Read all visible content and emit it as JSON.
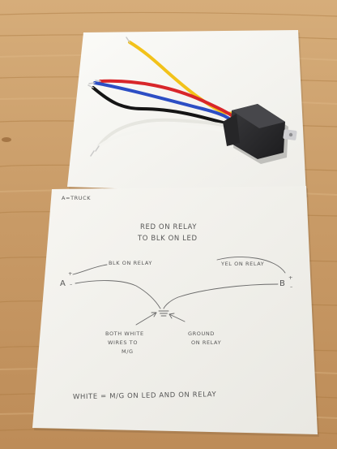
{
  "photo": {
    "wiring_sheet": {
      "corner_label": "A=TRUCK",
      "title_line1": "RED ON RELAY",
      "title_line2": "TO BLK ON LED",
      "a_terminal": "A",
      "a_plus": "+",
      "a_minus": "–",
      "blk_label": "BLK ON RELAY",
      "yel_label": "YEL ON RELAY",
      "b_terminal": "B",
      "b_plus": "+",
      "b_minus": "–",
      "white_label_line1": "BOTH WHITE",
      "white_label_line2": "WIRES TO",
      "white_label_line3": "M/G",
      "ground_label_line1": "GROUND",
      "ground_label_line2": "ON RELAY",
      "footer": "WHITE = M/G ON LED AND ON RELAY"
    },
    "colors": {
      "wood": "#c79b68",
      "paper": "#f7f6f2",
      "relay_body": "#2b2b2d",
      "wire_red": "#d8262a",
      "wire_yellow": "#f2c21a",
      "wire_blue": "#2c4ec4",
      "wire_black": "#151515",
      "wire_white": "#f2f2ee",
      "pencil": "#6a6a6a"
    }
  }
}
